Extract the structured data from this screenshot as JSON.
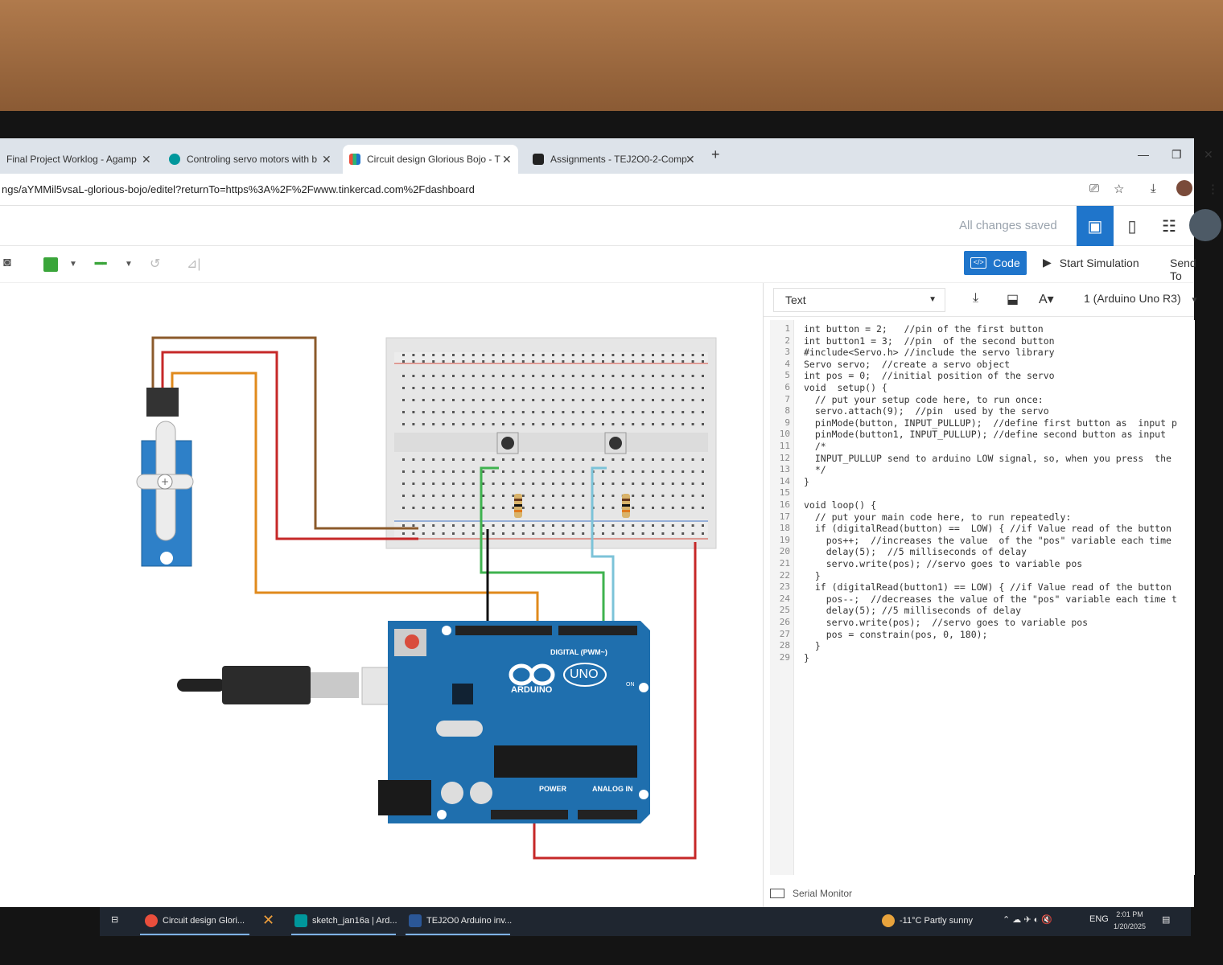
{
  "browser": {
    "tabs": [
      {
        "label": "Final Project Worklog - Agamp",
        "icon_color": "#f4b400"
      },
      {
        "label": "Controling servo motors with b",
        "icon_color": "#00979c"
      },
      {
        "label": "Circuit design Glorious Bojo - T",
        "icon_color": "#e94e3c"
      },
      {
        "label": "Assignments - TEJ2O0-2-Comp",
        "icon_color": "#222222"
      }
    ],
    "new_tab": "+",
    "url": "ngs/aYMMil5vsaL-glorious-bojo/editel?returnTo=https%3A%2F%2Fwww.tinkercad.com%2Fdashboard"
  },
  "header": {
    "saved_status": "All changes saved"
  },
  "toolbar": {
    "code_label": "Code",
    "simulate_label": "Start Simulation",
    "send_to_label": "Send To",
    "wire_color": "#3aa53a"
  },
  "code_panel": {
    "mode": "Text",
    "board": "1 (Arduino Uno R3)",
    "lines": [
      "int button = 2;   //pin of the first button",
      "int button1 = 3;  //pin  of the second button",
      "#include<Servo.h> //include the servo library",
      "Servo servo;  //create a servo object",
      "int pos = 0;  //initial position of the servo",
      "void  setup() {",
      "  // put your setup code here, to run once:",
      "  servo.attach(9);  //pin  used by the servo",
      "  pinMode(button, INPUT_PULLUP);  //define first button as  input p",
      "  pinMode(button1, INPUT_PULLUP); //define second button as input",
      "  /*",
      "  INPUT_PULLUP send to arduino LOW signal, so, when you press  the",
      "  */",
      "}",
      "",
      "void loop() {",
      "  // put your main code here, to run repeatedly:",
      "  if (digitalRead(button) ==  LOW) { //if Value read of the button",
      "    pos++;  //increases the value  of the \"pos\" variable each time",
      "    delay(5);  //5 milliseconds of delay",
      "    servo.write(pos); //servo goes to variable pos",
      "  }",
      "  if (digitalRead(button1) == LOW) { //if Value read of the button",
      "    pos--;  //decreases the value of the \"pos\" variable each time t",
      "    delay(5); //5 milliseconds of delay",
      "    servo.write(pos);  //servo goes to variable pos",
      "    pos = constrain(pos, 0, 180);",
      "  }",
      "}"
    ],
    "serial_monitor": "Serial Monitor"
  },
  "board": {
    "brand": "ARDUINO",
    "model": "UNO",
    "digital_label": "DIGITAL (PWM~)",
    "power_label": "POWER",
    "analog_label": "ANALOG IN",
    "on_label": "ON"
  },
  "taskbar": {
    "items": [
      {
        "label": "Circuit design Glori...",
        "icon_color": "#e94e3c"
      },
      {
        "label": "sketch_jan16a | Ard...",
        "icon_color": "#00979c"
      },
      {
        "label": "TEJ2O0 Arduino inv...",
        "icon_color": "#2b5797"
      }
    ],
    "weather": "-11°C  Partly sunny",
    "lang": "ENG",
    "time": "2:01 PM",
    "date": "1/20/2025"
  },
  "colors": {
    "accent": "#1f75cb",
    "arduino_blue": "#1f6fae",
    "servo_blue": "#2e80c8"
  }
}
